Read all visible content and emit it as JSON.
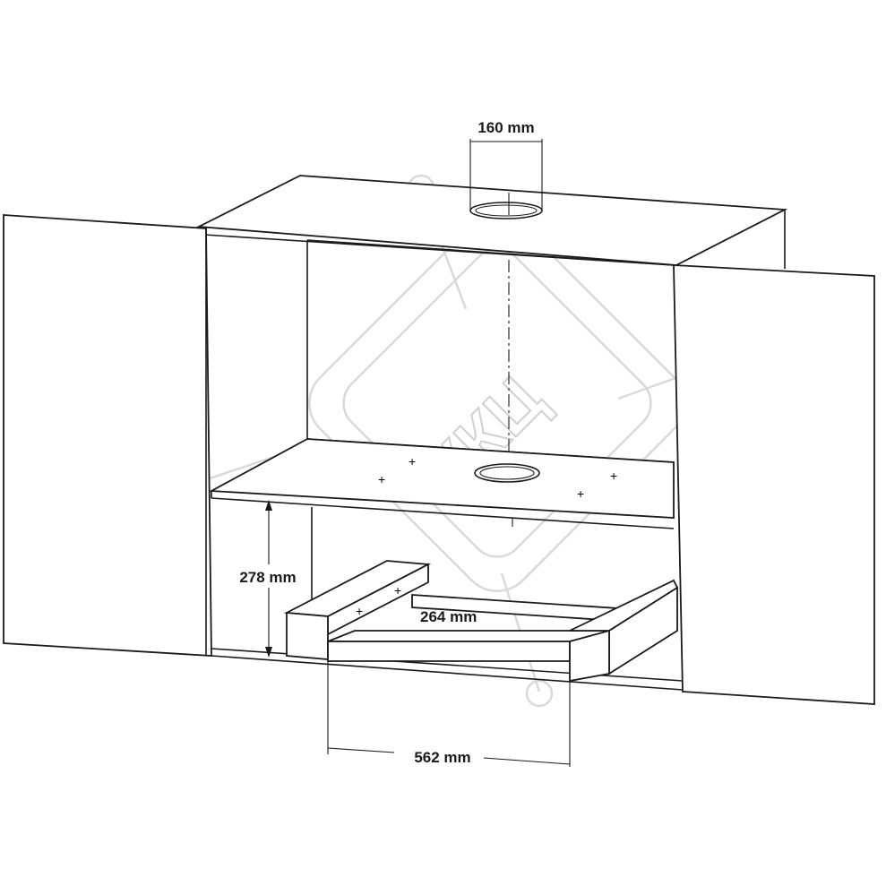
{
  "diagram": {
    "dimensions": {
      "duct_diameter": "160 mm",
      "inner_height": "278 mm",
      "depth": "264 mm",
      "width": "562 mm"
    },
    "watermark": "ККЦ"
  }
}
